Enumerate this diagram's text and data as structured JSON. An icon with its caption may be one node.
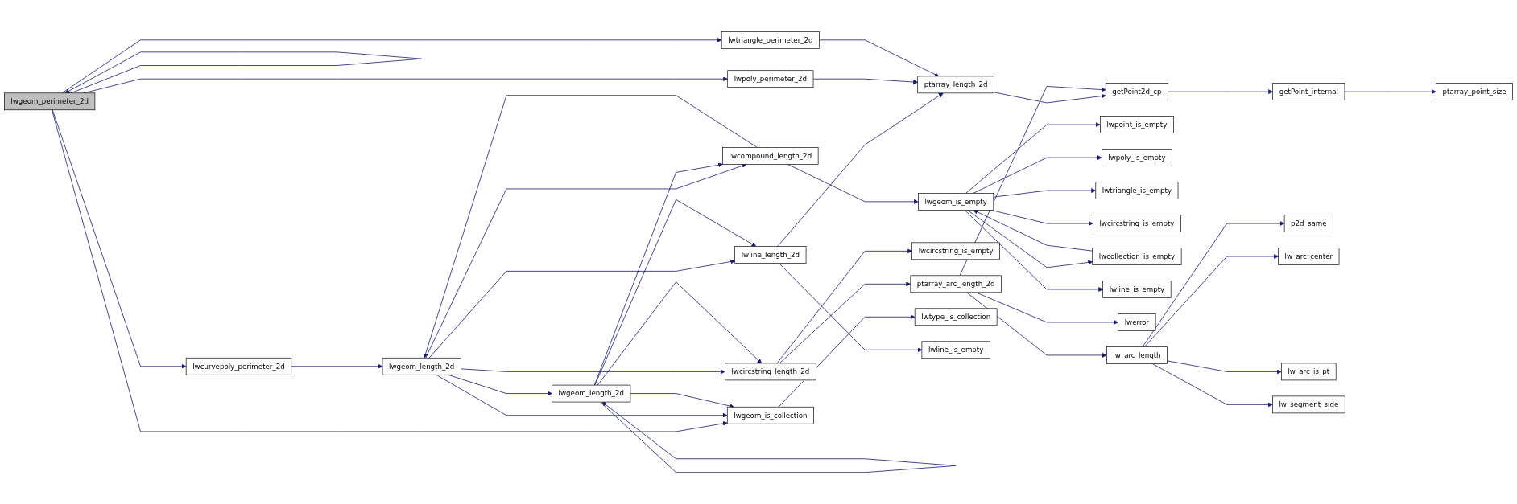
{
  "diagram": {
    "nodes": [
      {
        "text": [
          "lwgeom_perimeter_2d"
        ]
      },
      {
        "text": [
          "lwcurvepoly_perimeter_2d"
        ]
      },
      {
        "text": [
          "lwpoly_perimeter_2d"
        ]
      },
      {
        "text": [
          "lwtriangle_perimeter_2d"
        ]
      },
      {
        "text": [
          "lwgeom_length_2d"
        ]
      },
      {
        "text": [
          "lwgeom_length_2d"
        ]
      },
      {
        "text": [
          "lwcompound_length_2d"
        ]
      },
      {
        "text": [
          "lwcircstring_length_2d"
        ]
      },
      {
        "text": [
          "lwgeom_is_collection"
        ]
      },
      {
        "text": [
          "lwline_length_2d"
        ]
      },
      {
        "text": [
          "ptarray_length_2d"
        ]
      },
      {
        "text": [
          "lwgeom_is_empty"
        ]
      },
      {
        "text": [
          "ptarray_arc_length_2d"
        ]
      },
      {
        "text": [
          "lwcircstring_is_empty"
        ]
      },
      {
        "text": [
          "lwtype_is_collection"
        ]
      },
      {
        "text": [
          "lwline_is_empty"
        ]
      },
      {
        "text": [
          "getPoint2d_cp"
        ]
      },
      {
        "text": [
          "lwpoint_is_empty"
        ]
      },
      {
        "text": [
          "lwpoly_is_empty"
        ]
      },
      {
        "text": [
          "lwtriangle_is_empty"
        ]
      },
      {
        "text": [
          "lwcircstring_is_empty"
        ]
      },
      {
        "text": [
          "lwcollection_is_empty"
        ]
      },
      {
        "text": [
          "lwline_is_empty"
        ]
      },
      {
        "text": [
          "lwerror"
        ]
      },
      {
        "text": [
          "lw_arc_length"
        ]
      },
      {
        "text": [
          "getPoint_internal"
        ]
      },
      {
        "text": [
          "p2d_same"
        ]
      },
      {
        "text": [
          "lw_arc_center"
        ]
      },
      {
        "text": [
          "lw_arc_is_pt"
        ]
      },
      {
        "text": [
          "lw_segment_side"
        ]
      },
      {
        "text": [
          "ptarray_point_size"
        ]
      }
    ],
    "edges": [
      {
        "from": 0,
        "to": 0,
        "arrow": "to"
      },
      {
        "from": 0,
        "to": 1,
        "arrow": "to"
      },
      {
        "from": 0,
        "to": 8,
        "arrow": "to"
      },
      {
        "from": 0,
        "to": 2,
        "arrow": "to"
      },
      {
        "from": 0,
        "to": 3,
        "arrow": "to"
      },
      {
        "from": 1,
        "to": 4,
        "arrow": "to"
      },
      {
        "from": 4,
        "to": 5,
        "arrow": "to"
      },
      {
        "from": 4,
        "to": 6,
        "arrow": "to"
      },
      {
        "from": 6,
        "to": 4,
        "arrow": "to"
      },
      {
        "from": 4,
        "to": 7,
        "arrow": "to"
      },
      {
        "from": 4,
        "to": 8,
        "arrow": "to"
      },
      {
        "from": 4,
        "to": 9,
        "arrow": "to"
      },
      {
        "from": 5,
        "to": 5,
        "arrow": "to"
      },
      {
        "from": 5,
        "to": 6,
        "arrow": "to"
      },
      {
        "from": 5,
        "to": 7,
        "arrow": "to"
      },
      {
        "from": 5,
        "to": 8,
        "arrow": "to"
      },
      {
        "from": 5,
        "to": 9,
        "arrow": "to"
      },
      {
        "from": 6,
        "to": 11,
        "arrow": "to"
      },
      {
        "from": 7,
        "to": 12,
        "arrow": "to"
      },
      {
        "from": 7,
        "to": 13,
        "arrow": "to"
      },
      {
        "from": 8,
        "to": 14,
        "arrow": "to"
      },
      {
        "from": 9,
        "to": 15,
        "arrow": "to"
      },
      {
        "from": 9,
        "to": 10,
        "arrow": "to"
      },
      {
        "from": 2,
        "to": 10,
        "arrow": "to"
      },
      {
        "from": 3,
        "to": 10,
        "arrow": "to"
      },
      {
        "from": 10,
        "to": 16,
        "arrow": "to"
      },
      {
        "from": 11,
        "to": 17,
        "arrow": "to"
      },
      {
        "from": 11,
        "to": 18,
        "arrow": "to"
      },
      {
        "from": 11,
        "to": 19,
        "arrow": "to"
      },
      {
        "from": 11,
        "to": 20,
        "arrow": "to"
      },
      {
        "from": 11,
        "to": 21,
        "arrow": "to"
      },
      {
        "from": 21,
        "to": 11,
        "arrow": "to"
      },
      {
        "from": 11,
        "to": 22,
        "arrow": "to"
      },
      {
        "from": 12,
        "to": 23,
        "arrow": "to"
      },
      {
        "from": 12,
        "to": 24,
        "arrow": "to"
      },
      {
        "from": 12,
        "to": 16,
        "arrow": "to"
      },
      {
        "from": 24,
        "to": 26,
        "arrow": "to"
      },
      {
        "from": 24,
        "to": 27,
        "arrow": "to"
      },
      {
        "from": 24,
        "to": 28,
        "arrow": "to"
      },
      {
        "from": 24,
        "to": 29,
        "arrow": "to"
      },
      {
        "from": 16,
        "to": 25,
        "arrow": "to"
      },
      {
        "from": 25,
        "to": 30,
        "arrow": "to"
      }
    ]
  }
}
